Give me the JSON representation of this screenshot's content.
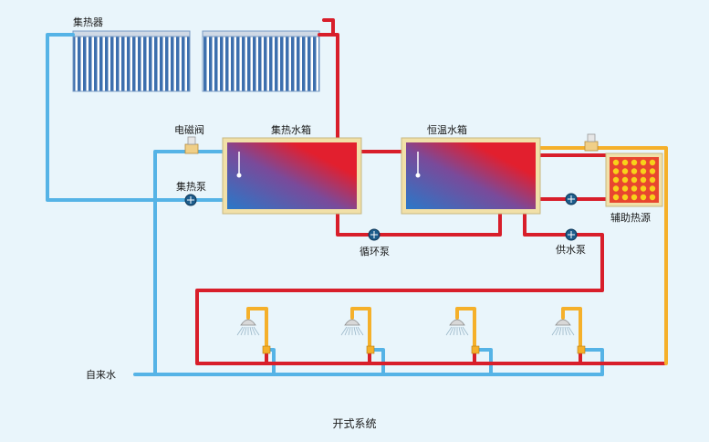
{
  "diagram": {
    "caption": "开式系统",
    "labels": {
      "collector": "集热器",
      "solenoid_valve": "电磁阀",
      "collector_tank": "集热水箱",
      "constant_temp_tank": "恒温水箱",
      "collector_pump": "集热泵",
      "circulation_pump": "循环泵",
      "supply_pump": "供水泵",
      "aux_heat_source": "辅助热源",
      "tap_water": "自来水"
    },
    "colors": {
      "background": "#e9f5fb",
      "hot_pipe": "#d81e2a",
      "cold_pipe": "#55b3e6",
      "warm_pipe": "#f5b02a",
      "tank_frame": "#f1e0a8",
      "heater_frame": "#e8462f",
      "heater_dot": "#f7d21a"
    },
    "shower_count": 4
  }
}
